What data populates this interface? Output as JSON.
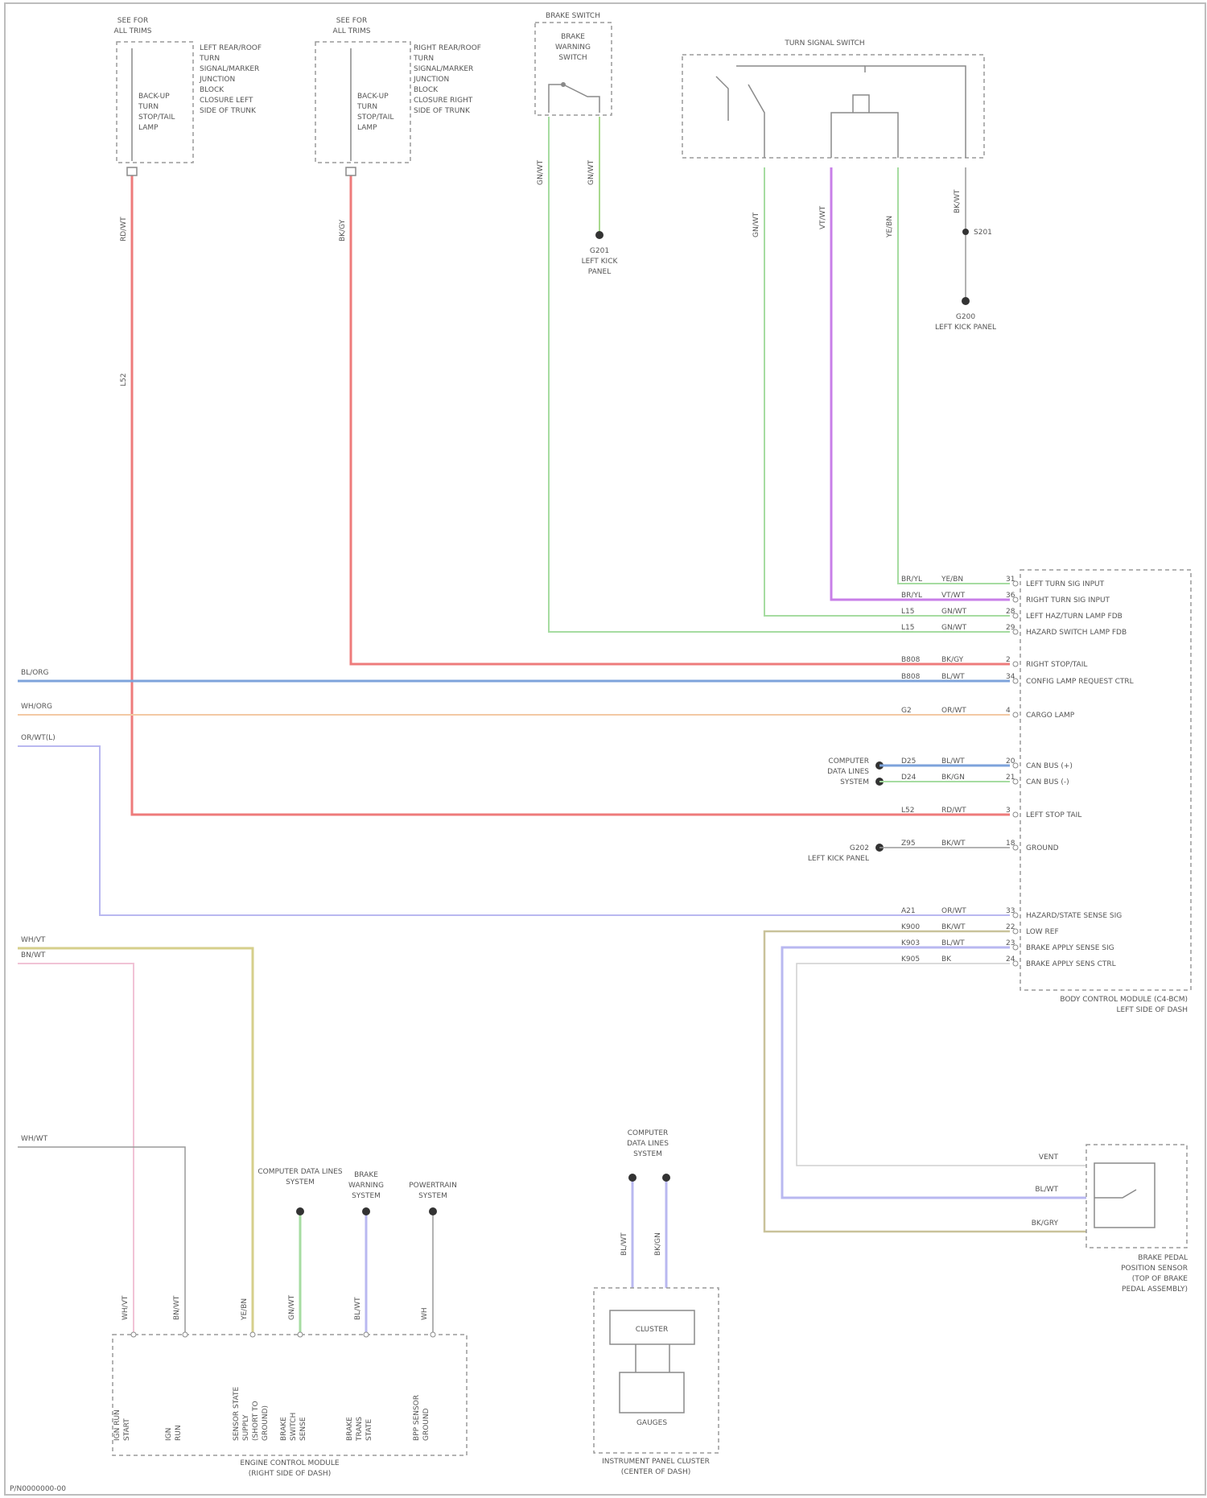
{
  "diagram": {
    "footer": "P/N0000000-00",
    "colors": {
      "red": "#ee7b7b",
      "blue": "#7da3db",
      "orange": "#f3c9a4",
      "lavender": "#b9b8f0",
      "purple": "#c87fe8",
      "green": "#a6dca1",
      "lime": "#a9d98e",
      "yellow": "#d6cf8b",
      "pink": "#f1c3d6",
      "gray": "#9a9a9a",
      "grayWire": "#b5b5b5"
    },
    "components": {
      "lamp1": {
        "title_line1": "SEE FOR",
        "title_line2": "ALL TRIMS",
        "inner": [
          "BACK-UP",
          "TURN",
          "STOP/TAIL",
          "LAMP"
        ],
        "desc": [
          "LEFT REAR/ROOF",
          "TURN",
          "SIGNAL/MARKER",
          "JUNCTION",
          "BLOCK",
          "CLOSURE LEFT",
          "SIDE OF TRUNK"
        ]
      },
      "lamp2": {
        "title_line1": "SEE FOR",
        "title_line2": "ALL TRIMS",
        "inner": [
          "BACK-UP",
          "TURN",
          "STOP/TAIL",
          "LAMP"
        ],
        "desc": [
          "RIGHT REAR/ROOF",
          "TURN",
          "SIGNAL/MARKER",
          "JUNCTION",
          "BLOCK",
          "CLOSURE RIGHT",
          "SIDE OF TRUNK"
        ]
      },
      "brakeSwitch": {
        "title": "BRAKE SWITCH",
        "inner": [
          "BRAKE",
          "WARNING",
          "SWITCH"
        ]
      },
      "ground1": {
        "label": [
          "G201",
          "LEFT KICK",
          "PANEL"
        ]
      },
      "turnSwitch": {
        "title": "TURN SIGNAL SWITCH"
      },
      "ground2": {
        "label": [
          "G200",
          "LEFT KICK PANEL"
        ],
        "splice": "S201"
      },
      "bcm": {
        "name": [
          "BODY CONTROL MODULE (C4-BCM)",
          "LEFT SIDE OF DASH"
        ],
        "pins": [
          {
            "circuit": "BR/YL",
            "color": "YE/BN",
            "pin": "31",
            "name": "LEFT TURN SIG INPUT"
          },
          {
            "circuit": "BR/YL",
            "color": "VT/WT",
            "pin": "36",
            "name": "RIGHT TURN SIG INPUT"
          },
          {
            "circuit": "L15",
            "color": "GN/WT",
            "pin": "28",
            "name": "LEFT HAZ/TURN LAMP FDB"
          },
          {
            "circuit": "L15",
            "color": "GN/WT",
            "pin": "29",
            "name": "HAZARD SWITCH LAMP FDB"
          },
          {
            "circuit": "B808",
            "color": "BK/GY",
            "pin": "2",
            "name": "RIGHT STOP/TAIL"
          },
          {
            "circuit": "B808",
            "color": "BL/WT",
            "pin": "34",
            "name": "CONFIG LAMP REQUEST CTRL"
          },
          {
            "circuit": "G2",
            "color": "OR/WT",
            "pin": "4",
            "name": "CARGO LAMP"
          },
          {
            "circuit": "D25",
            "color": "BL/WT",
            "pin": "20",
            "name": "CAN BUS (+)"
          },
          {
            "circuit": "D24",
            "color": "BK/GN",
            "pin": "21",
            "name": "CAN BUS (-)"
          },
          {
            "circuit": "L52",
            "color": "RD/WT",
            "pin": "3",
            "name": "LEFT STOP TAIL"
          },
          {
            "circuit": "Z95",
            "color": "BK/WT",
            "pin": "18",
            "name": "GROUND"
          },
          {
            "circuit": "A21",
            "color": "OR/WT",
            "pin": "33",
            "name": "HAZARD/STATE SENSE SIG"
          },
          {
            "circuit": "K900",
            "color": "BK/WT",
            "pin": "22",
            "name": "LOW REF"
          },
          {
            "circuit": "K903",
            "color": "BL/WT",
            "pin": "23",
            "name": "BRAKE APPLY SENSE SIG"
          },
          {
            "circuit": "K905",
            "color": "BK",
            "pin": "24",
            "name": "BRAKE APPLY SENS CTRL"
          }
        ]
      },
      "canJunction": {
        "label": [
          "COMPUTER",
          "DATA LINES",
          "SYSTEM"
        ]
      },
      "ground3": {
        "label": [
          "G202",
          "LEFT KICK PANEL"
        ]
      },
      "leftWires": {
        "w1": "BL/ORG",
        "w2": "WH/ORG",
        "w3": "OR/WT(L)",
        "w4": "WH/VT",
        "w5": "BN/WT",
        "w6": "WH/WT"
      },
      "bpps": {
        "pins": [
          "VENT",
          "BL/WT",
          "BK/GRY"
        ],
        "name": [
          "BRAKE PEDAL",
          "POSITION SENSOR",
          "(TOP OF BRAKE",
          "PEDAL ASSEMBLY)"
        ]
      },
      "ecm": {
        "name": [
          "ENGINE CONTROL MODULE",
          "(RIGHT SIDE OF DASH)"
        ],
        "wires": [
          "WH/VT",
          "BN/WT",
          "YE/BN",
          "GN/WT",
          "BL/WT",
          "WH"
        ],
        "desc": [
          [
            "IGN RUN",
            "START"
          ],
          [
            "IGN",
            "RUN"
          ],
          [
            "SENSOR STATE",
            "SUPPLY",
            "(SHORT TO",
            "GROUND)"
          ],
          [
            "BRAKE",
            "SWITCH",
            "SENSE"
          ],
          [
            "BRAKE",
            "TRANS",
            "STATE"
          ],
          [
            "BPP SENSOR",
            "GROUND"
          ]
        ],
        "sys1": [
          "COMPUTER DATA LINES",
          "SYSTEM"
        ],
        "sys2": [
          "BRAKE",
          "WARNING",
          "SYSTEM"
        ],
        "sys3": [
          "POWERTRAIN",
          "SYSTEM"
        ]
      },
      "ipc": {
        "sys": [
          "COMPUTER",
          "DATA LINES",
          "SYSTEM"
        ],
        "wires": [
          "BL/WT",
          "BK/GN"
        ],
        "box1": "CLUSTER",
        "box2": "GAUGES",
        "name": [
          "INSTRUMENT PANEL CLUSTER",
          "(CENTER OF DASH)"
        ]
      }
    }
  }
}
